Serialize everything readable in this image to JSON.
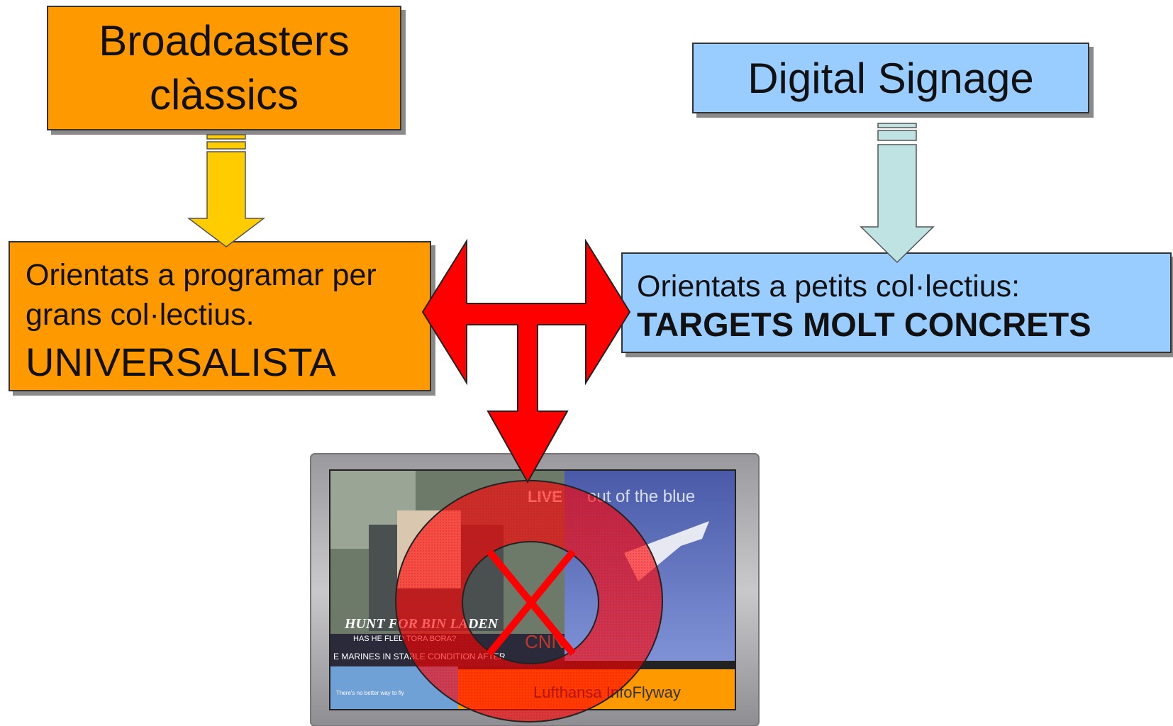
{
  "nodes": {
    "broadcasters": {
      "line1": "Broadcasters",
      "line2": "clàssics"
    },
    "digital_signage": {
      "label": "Digital Signage"
    },
    "universalista": {
      "line1": "Orientats a programar per",
      "line2": "grans col·lectius.",
      "line3": "UNIVERSALISTA"
    },
    "targets": {
      "line1": "Orientats a petits col·lectius:",
      "line2": "TARGETS MOLT CONCRETS"
    }
  },
  "screen": {
    "live_badge": "LIVE",
    "right_title": "out of the blue",
    "news_headline": "HUNT FOR BIN LADEN",
    "news_sub": "HAS HE FLED TORA BORA?",
    "ticker": "E MARINES IN STABLE CONDITION AFTER",
    "network_logo": "CNN",
    "ad_brand": "Lufthansa InfoFlyway",
    "ad_small": "There's no better way to fly"
  },
  "colors": {
    "orange": "#ff9900",
    "blue": "#99ccff",
    "yellow_arrow": "#ffcc00",
    "teal_arrow": "#bfe3e3",
    "red": "#ff0000"
  }
}
